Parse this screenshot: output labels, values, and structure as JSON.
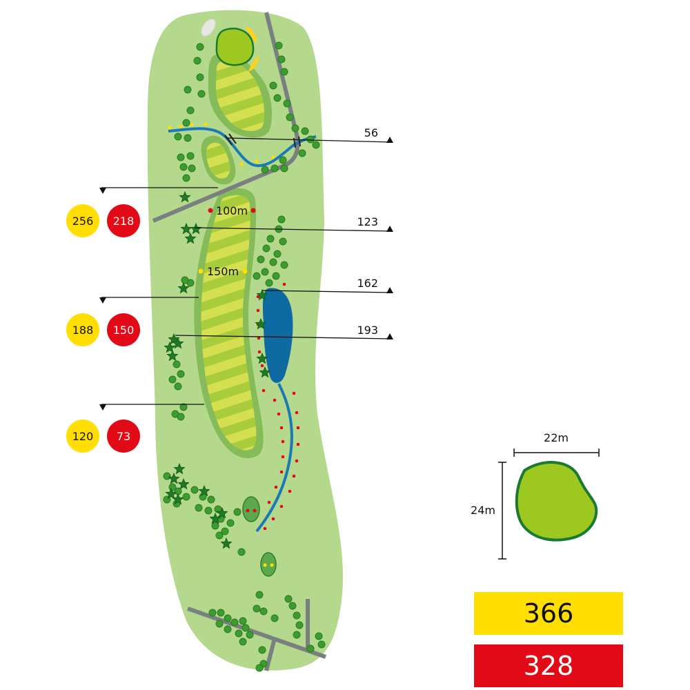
{
  "hole": {
    "markers": [
      {
        "label": "100m",
        "dot_color": "#e20a16"
      },
      {
        "label": "150m",
        "dot_color": "#ffde00"
      }
    ],
    "distance_callouts": [
      "56",
      "123",
      "162",
      "193"
    ],
    "tee_distances": [
      {
        "yellow": "256",
        "red": "218"
      },
      {
        "yellow": "188",
        "red": "150"
      },
      {
        "yellow": "120",
        "red": "73"
      }
    ],
    "green": {
      "width_label": "22m",
      "depth_label": "24m"
    },
    "totals": {
      "yellow": "366",
      "red": "328"
    }
  },
  "colors": {
    "rough": "#b4d88c",
    "fairway_light": "#a8cc3c",
    "fairway_stripe": "#d4e050",
    "fairway_edge": "#86bb5a",
    "green": "#9cc820",
    "green_outline": "#1a7a30",
    "water": "#0e6aa0",
    "water_stream": "#1a7ab5",
    "path": "#7a7f80",
    "tree": "#3c9c2e",
    "tree_dark": "#1e7a24",
    "bunker": "#ffd21e",
    "yellow": "#ffde00",
    "red": "#e20a16",
    "white_bunker": "#e6e8e0"
  }
}
